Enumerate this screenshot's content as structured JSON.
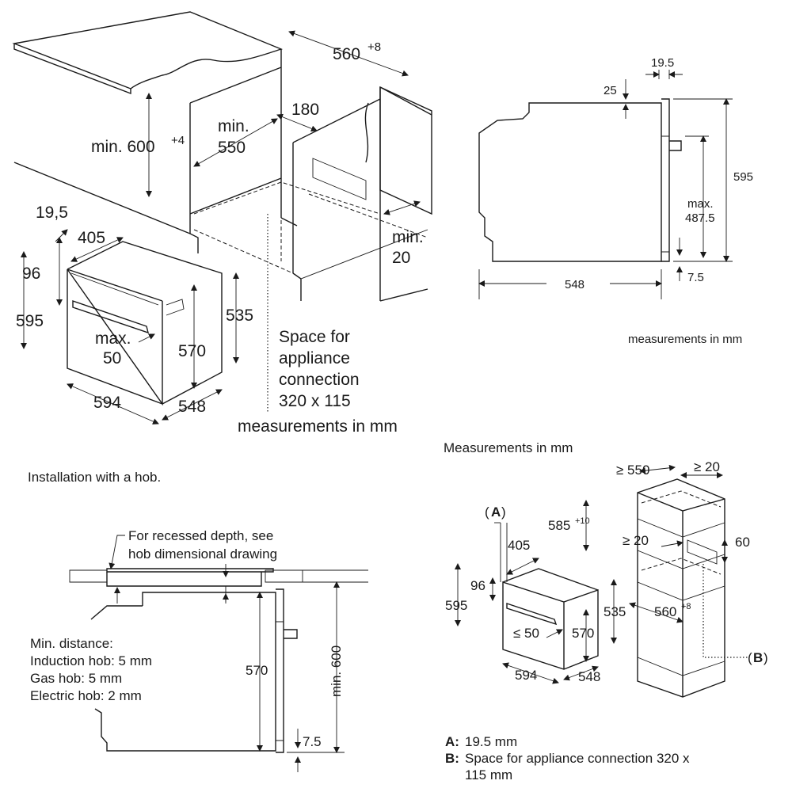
{
  "colors": {
    "ink": "#1a1a1a",
    "panel": "#e6e6e6",
    "hatch": "#555555"
  },
  "top_left": {
    "dim_cab_width": "560",
    "dim_cab_width_tol": "+8",
    "dim_height_min": "min. 600",
    "dim_height_tol": "+4",
    "dim_depth_min_label": "min.",
    "dim_depth_min_value": "550",
    "dim_gap": "180",
    "dim_side_min_label": "min.",
    "dim_side_min_value": "20",
    "dim_panel": "19,5",
    "dim_top_depth": "405",
    "dim_front_panel": "96",
    "dim_height": "595",
    "dim_handle_max_label": "max.",
    "dim_handle_max_value": "50",
    "dim_inner_height": "570",
    "dim_side_height": "535",
    "dim_width": "594",
    "dim_depth": "548",
    "connection_text": [
      "Space for",
      "appliance",
      "connection",
      "320 x 115"
    ],
    "units": "measurements in mm"
  },
  "top_right": {
    "dim_panel": "19.5",
    "dim_top_gap": "25",
    "dim_height": "595",
    "dim_max_label": "max.",
    "dim_max_value": "487.5",
    "dim_bottom": "7.5",
    "dim_depth": "548",
    "units": "measurements in mm"
  },
  "bottom_left": {
    "title": "Installation with a hob.",
    "note_lines": [
      "For recessed depth, see",
      "hob dimensional drawing"
    ],
    "min_distance_lines": [
      "Min. distance:",
      "Induction hob: 5 mm",
      "Gas hob: 5 mm",
      "Electric hob: 2 mm"
    ],
    "dim_height": "570",
    "dim_min": "min. 600",
    "dim_bottom": "7.5"
  },
  "bottom_right": {
    "units": "Measurements in mm",
    "label_a": "A",
    "dim_cab_depth": "≥ 550",
    "dim_side": "≥ 20",
    "dim_tall": "585",
    "dim_tall_tol": "+10",
    "dim_gap": "≥ 20",
    "dim_sixty": "60",
    "dim_top_depth": "405",
    "dim_front_panel": "96",
    "dim_height": "595",
    "dim_side_height": "535",
    "dim_cab_width": "560",
    "dim_cab_width_tol": "+8",
    "dim_handle": "≤ 50",
    "dim_inner_height": "570",
    "label_b": "B",
    "dim_width": "594",
    "dim_depth": "548",
    "legend": [
      {
        "key": "A:",
        "text": "19.5 mm"
      },
      {
        "key": "B:",
        "text": "Space for appliance connection 320 x"
      },
      {
        "key": "",
        "text": "115 mm"
      }
    ]
  }
}
